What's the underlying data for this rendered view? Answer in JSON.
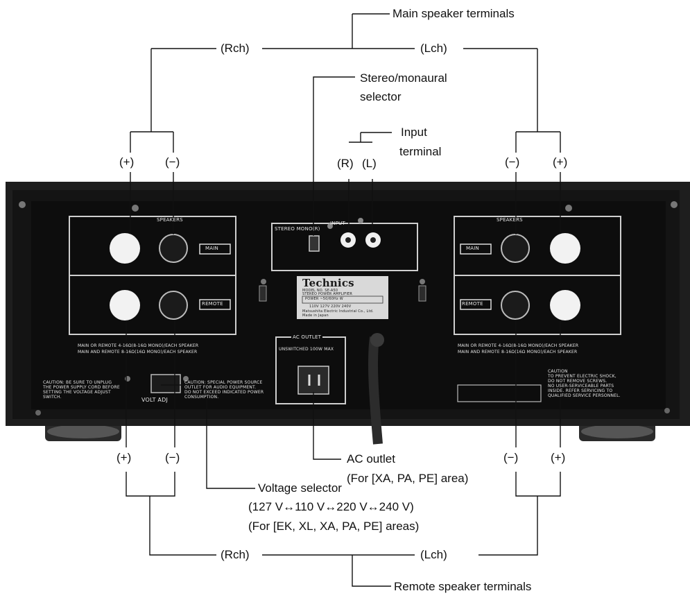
{
  "callouts": {
    "main_speaker_terminals": "Main speaker terminals",
    "rch_top": "(Rch)",
    "lch_top": "(Lch)",
    "stereo_mono_1": "Stereo/monaural",
    "stereo_mono_2": "selector",
    "input_1": "Input",
    "input_2": "terminal",
    "input_r": "(R)",
    "input_l": "(L)",
    "plus": "(+)",
    "minus": "(−)",
    "ac_outlet_1": "AC outlet",
    "ac_outlet_2": "(For [XA, PA, PE] area)",
    "voltage_1": "Voltage selector",
    "voltage_2": "(127 V↔110 V↔220 V↔240 V)",
    "voltage_3": "(For [EK, XL, XA, PA, PE] areas)",
    "rch_bottom": "(Rch)",
    "lch_bottom": "(Lch)",
    "remote_speaker_terminals": "Remote speaker terminals"
  },
  "panel": {
    "speakers": "SPEAKERS",
    "main": "MAIN",
    "remote": "REMOTE",
    "input": "INPUT",
    "stereo_mono": "STEREO  MONO(R)",
    "brand": "Technics",
    "model": "MODEL NO. SE-A50",
    "product": "STEREO POWER AMPLIFIER",
    "power": "POWER ~50/60Hz     W",
    "voltages": "110V  127V  220V  240V",
    "maker": "Matsushita Electric Industrial Co., Ltd.",
    "made_in": "Made in Japan",
    "ac_outlet_title": "AC OUTLET",
    "ac_outlet_spec": "UNSWITCHED 100W MAX",
    "left_imp_1": "MAIN OR REMOTE 4-16Ω(8-16Ω MONO)/EACH SPEAKER",
    "left_imp_2": "MAIN AND REMOTE 8-16Ω(16Ω MONO)/EACH SPEAKER",
    "right_imp_1": "MAIN OR REMOTE 4-16Ω(8-16Ω MONO)/EACH SPEAKER",
    "right_imp_2": "MAIN AND REMOTE 8-16Ω(16Ω MONO)/EACH SPEAKER",
    "caution_left_1": "CAUTION: BE SURE TO UNPLUG",
    "caution_left_2": "THE POWER SUPPLY CORD BEFORE",
    "caution_left_3": "SETTING THE VOLTAGE ADJUST",
    "caution_left_4": "SWITCH.",
    "volt_adj": "VOLT ADJ",
    "caution_mid_1": "CAUTION: SPECIAL POWER SOURCE",
    "caution_mid_2": "OUTLET FOR AUDIO EQUIPMENT.",
    "caution_mid_3": "DO NOT EXCEED INDICATED POWER",
    "caution_mid_4": "CONSUMPTION.",
    "caution_right_1": "CAUTION",
    "caution_right_2": "TO PREVENT ELECTRIC SHOCK,",
    "caution_right_3": "DO NOT REMOVE SCREWS.",
    "caution_right_4": "NO USER-SERVICEABLE PARTS",
    "caution_right_5": "INSIDE. REFER SERVICING TO",
    "caution_right_6": "QUALIFIED SERVICE PERSONNEL."
  }
}
